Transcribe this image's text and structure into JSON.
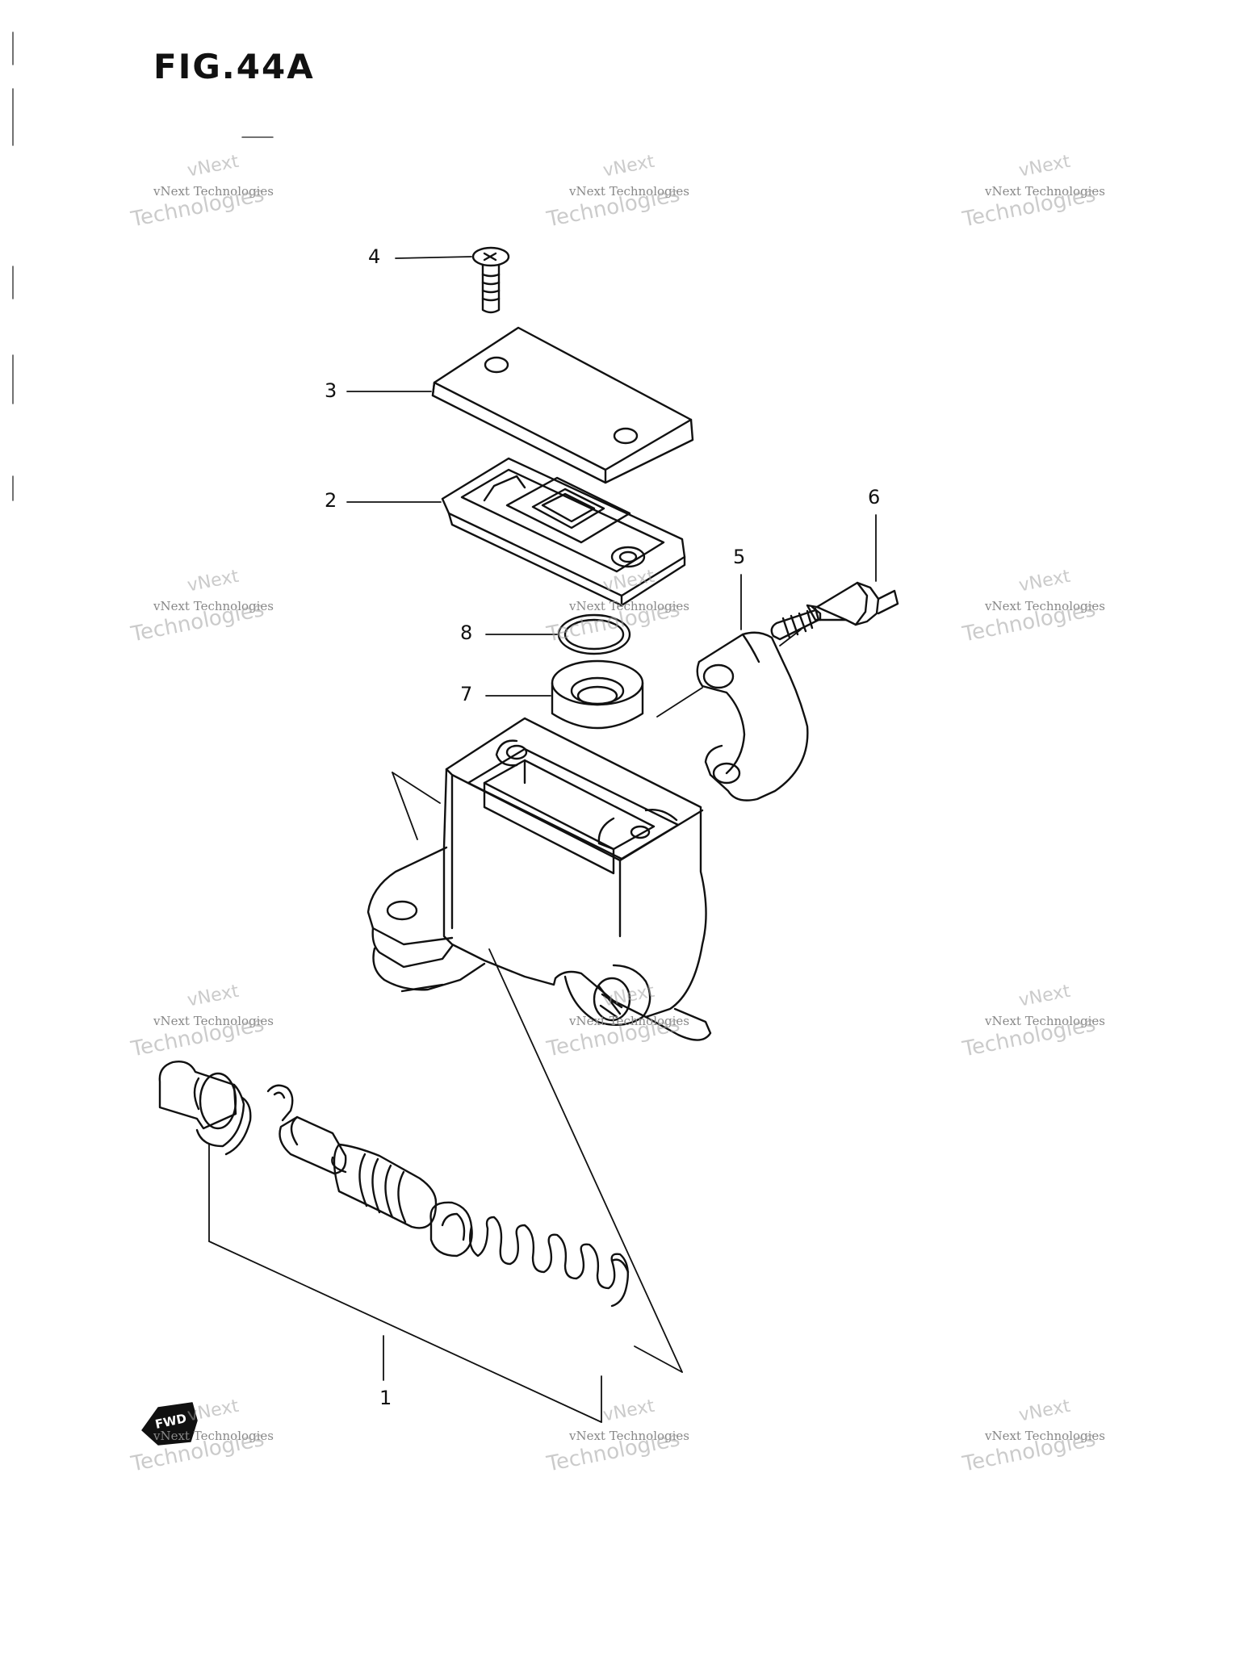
{
  "figure": {
    "title": "FIG.44A"
  },
  "callouts": [
    {
      "id": "1",
      "label": "1"
    },
    {
      "id": "2",
      "label": "2"
    },
    {
      "id": "3",
      "label": "3"
    },
    {
      "id": "4",
      "label": "4"
    },
    {
      "id": "5",
      "label": "5"
    },
    {
      "id": "6",
      "label": "6"
    },
    {
      "id": "7",
      "label": "7"
    },
    {
      "id": "8",
      "label": "8"
    }
  ],
  "direction_badge": {
    "label": "FWD"
  },
  "watermark": {
    "small": "vNext Technologies",
    "large": "Technologies",
    "top": "vNext"
  }
}
